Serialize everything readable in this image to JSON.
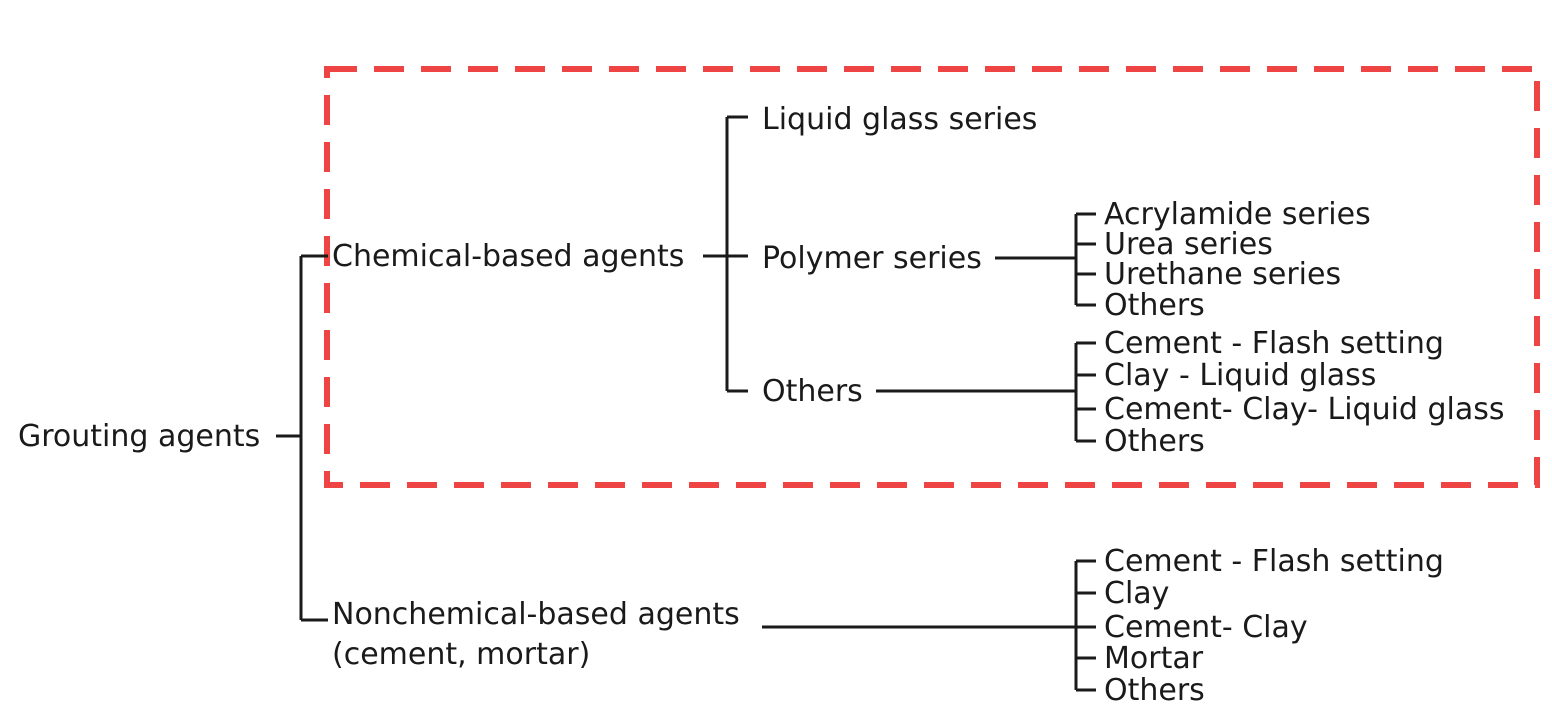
{
  "colors": {
    "highlight_border": "#ee4444",
    "line": "#1a1a1a",
    "text": "#1a1a1a",
    "background": "#ffffff"
  },
  "tree": {
    "root": "Grouting agents",
    "chemical": {
      "label": "Chemical-based agents",
      "liquid_glass": "Liquid glass series",
      "polymer": {
        "label": "Polymer series",
        "children": [
          "Acrylamide series",
          "Urea series",
          "Urethane series",
          "Others"
        ]
      },
      "others": {
        "label": "Others",
        "children": [
          "Cement - Flash setting",
          "Clay - Liquid glass",
          "Cement- Clay- Liquid glass",
          "Others"
        ]
      }
    },
    "nonchemical": {
      "label_line1": "Nonchemical-based agents",
      "label_line2": "(cement, mortar)",
      "children": [
        "Cement - Flash setting",
        "Clay",
        "Cement- Clay",
        "Mortar",
        "Others"
      ]
    }
  }
}
